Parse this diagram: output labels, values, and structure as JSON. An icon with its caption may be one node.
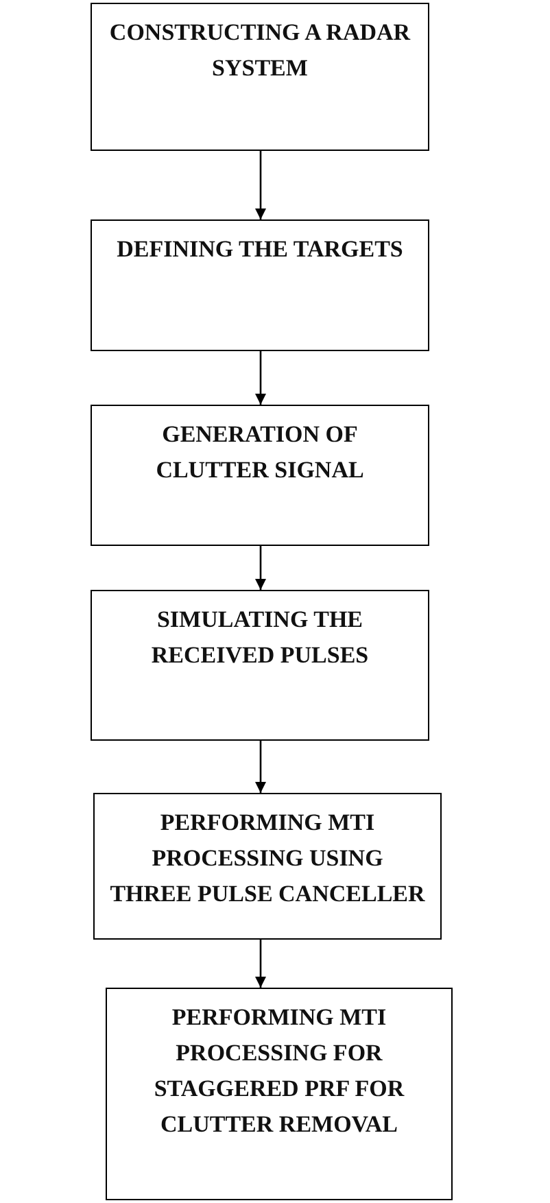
{
  "diagram": {
    "nodes": [
      {
        "text": [
          "CONSTRUCTING  A RADAR SYSTEM"
        ]
      },
      {
        "text": [
          "DEFINING THE TARGETS"
        ]
      },
      {
        "text": [
          "GENERATION OF CLUTTER SIGNAL"
        ]
      },
      {
        "text": [
          "SIMULATING THE RECEIVED PULSES"
        ]
      },
      {
        "text": [
          "PERFORMING MTI PROCESSING USING THREE PULSE CANCELLER"
        ]
      },
      {
        "text": [
          "PERFORMING MTI PROCESSING FOR STAGGERED PRF FOR CLUTTER REMOVAL"
        ]
      }
    ],
    "edges": [
      {
        "from": 0,
        "to": 1,
        "arrow": "to"
      },
      {
        "from": 1,
        "to": 2,
        "arrow": "to"
      },
      {
        "from": 2,
        "to": 3,
        "arrow": "to"
      },
      {
        "from": 3,
        "to": 4,
        "arrow": "to"
      },
      {
        "from": 4,
        "to": 5,
        "arrow": "to"
      }
    ]
  }
}
